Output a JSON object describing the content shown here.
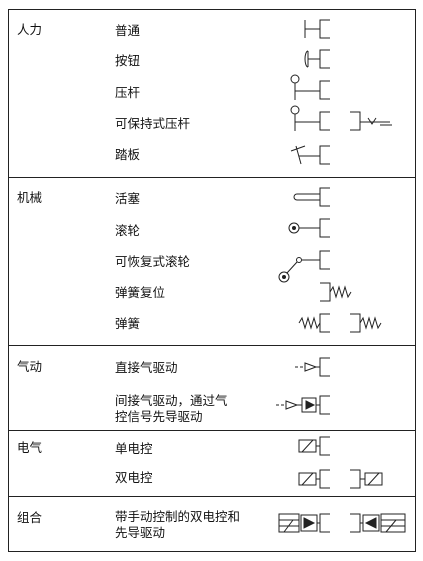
{
  "table": {
    "groups": [
      {
        "category": "人力",
        "items": [
          {
            "label": "普通",
            "symbol": "manual-general-symbol"
          },
          {
            "label": "按钮",
            "symbol": "push-button-symbol"
          },
          {
            "label": "压杆",
            "symbol": "lever-symbol"
          },
          {
            "label": "可保持式压杆",
            "symbol": "detented-lever-symbol"
          },
          {
            "label": "踏板",
            "symbol": "pedal-symbol"
          }
        ]
      },
      {
        "category": "机械",
        "items": [
          {
            "label": "活塞",
            "symbol": "plunger-symbol"
          },
          {
            "label": "滚轮",
            "symbol": "roller-symbol"
          },
          {
            "label": "可恢复式滚轮",
            "symbol": "one-way-roller-symbol"
          },
          {
            "label": "弹簧复位",
            "symbol": "spring-return-symbol"
          },
          {
            "label": "弹簧",
            "symbol": "spring-symbol"
          }
        ]
      },
      {
        "category": "气动",
        "items": [
          {
            "label": "直接气驱动",
            "symbol": "direct-pneumatic-symbol"
          },
          {
            "label_line1": "间接气驱动，通过气",
            "label_line2": "控信号先导驱动",
            "symbol": "pilot-pneumatic-symbol"
          }
        ]
      },
      {
        "category": "电气",
        "items": [
          {
            "label": "单电控",
            "symbol": "single-solenoid-symbol"
          },
          {
            "label": "双电控",
            "symbol": "double-solenoid-symbol"
          }
        ]
      },
      {
        "category": "组合",
        "items": [
          {
            "label_line1": "带手动控制的双电控和",
            "label_line2": "先导驱动",
            "symbol": "combined-solenoid-pilot-symbol"
          }
        ]
      }
    ]
  }
}
